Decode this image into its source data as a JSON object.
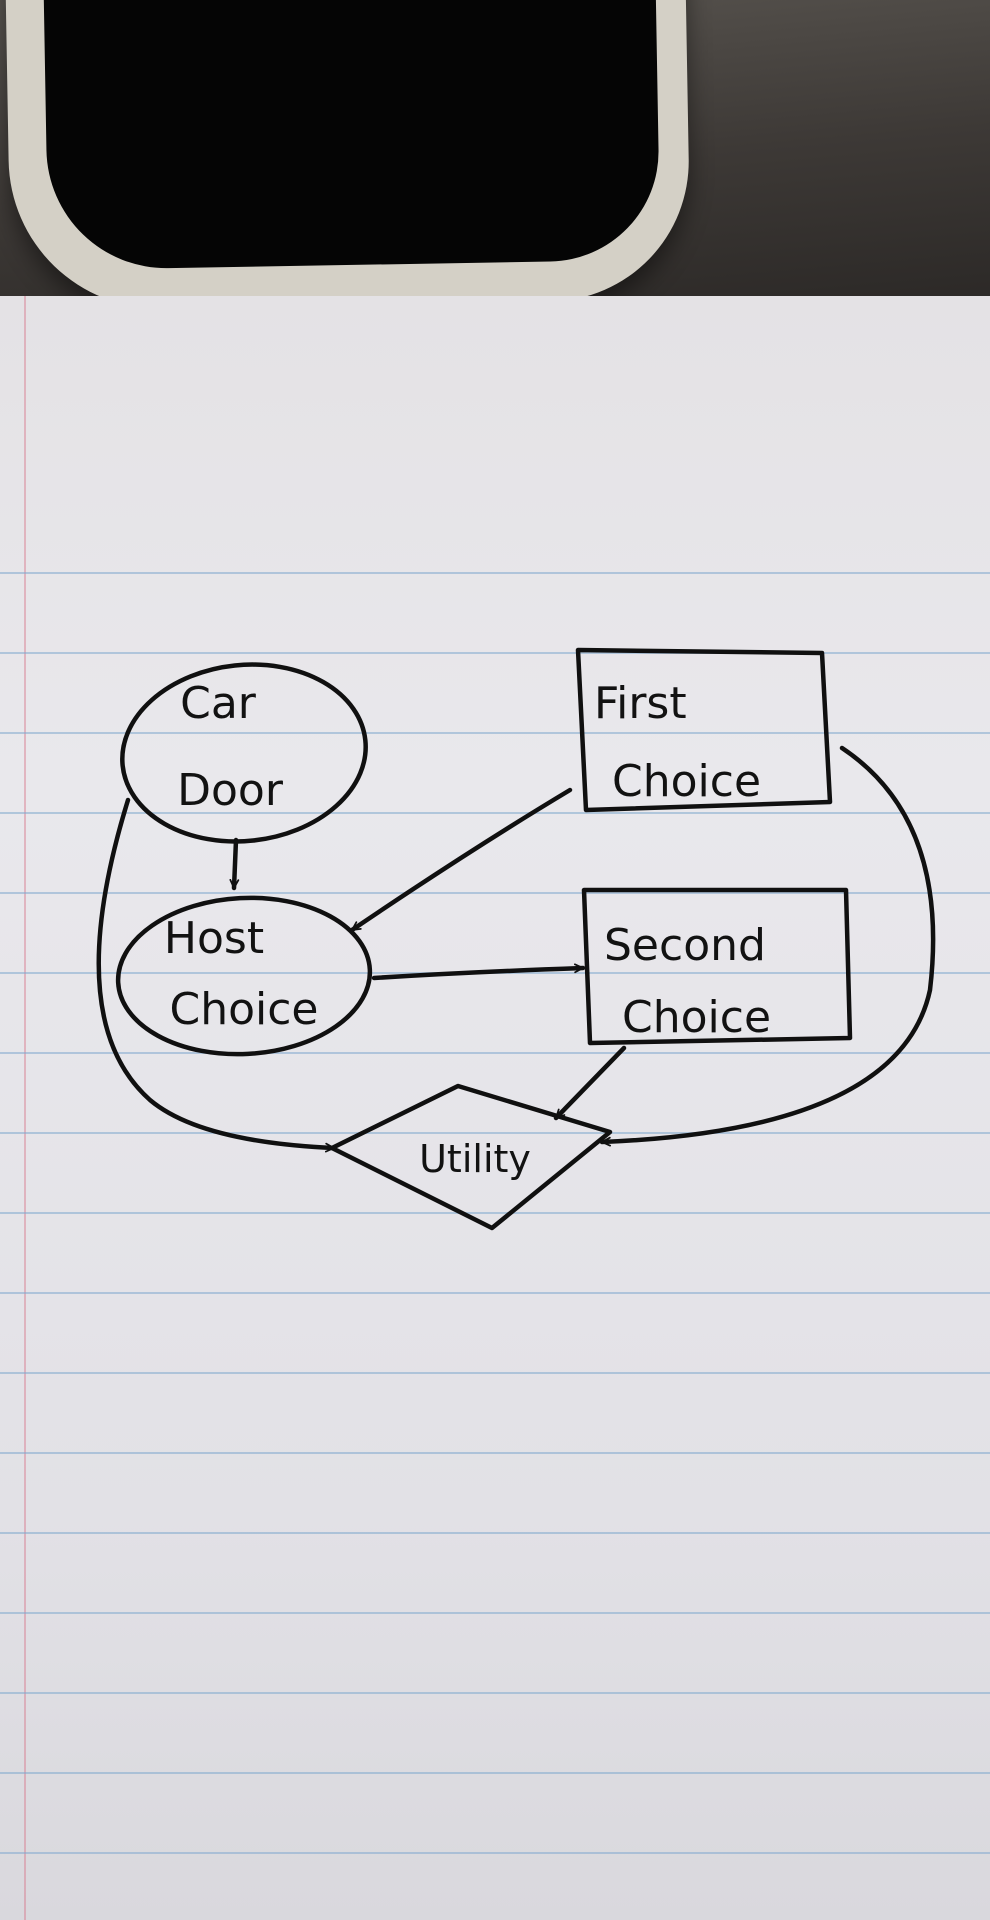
{
  "diagram": {
    "nodes": {
      "car_door": {
        "shape": "ellipse",
        "lines": [
          "Car",
          "Door"
        ]
      },
      "host_choice": {
        "shape": "ellipse",
        "lines": [
          "Host",
          "Choice"
        ]
      },
      "first_choice": {
        "shape": "rectangle",
        "lines": [
          "First",
          "Choice"
        ]
      },
      "second_choice": {
        "shape": "rectangle",
        "lines": [
          "Second",
          "Choice"
        ]
      },
      "utility": {
        "shape": "diamond",
        "lines": [
          "Utility"
        ]
      }
    },
    "edges": [
      {
        "from": "Car Door",
        "to": "Host Choice"
      },
      {
        "from": "First Choice",
        "to": "Host Choice"
      },
      {
        "from": "Host Choice",
        "to": "Second Choice"
      },
      {
        "from": "Second Choice",
        "to": "Utility"
      },
      {
        "from": "Car Door",
        "to": "Utility"
      },
      {
        "from": "First Choice",
        "to": "Utility"
      }
    ]
  }
}
